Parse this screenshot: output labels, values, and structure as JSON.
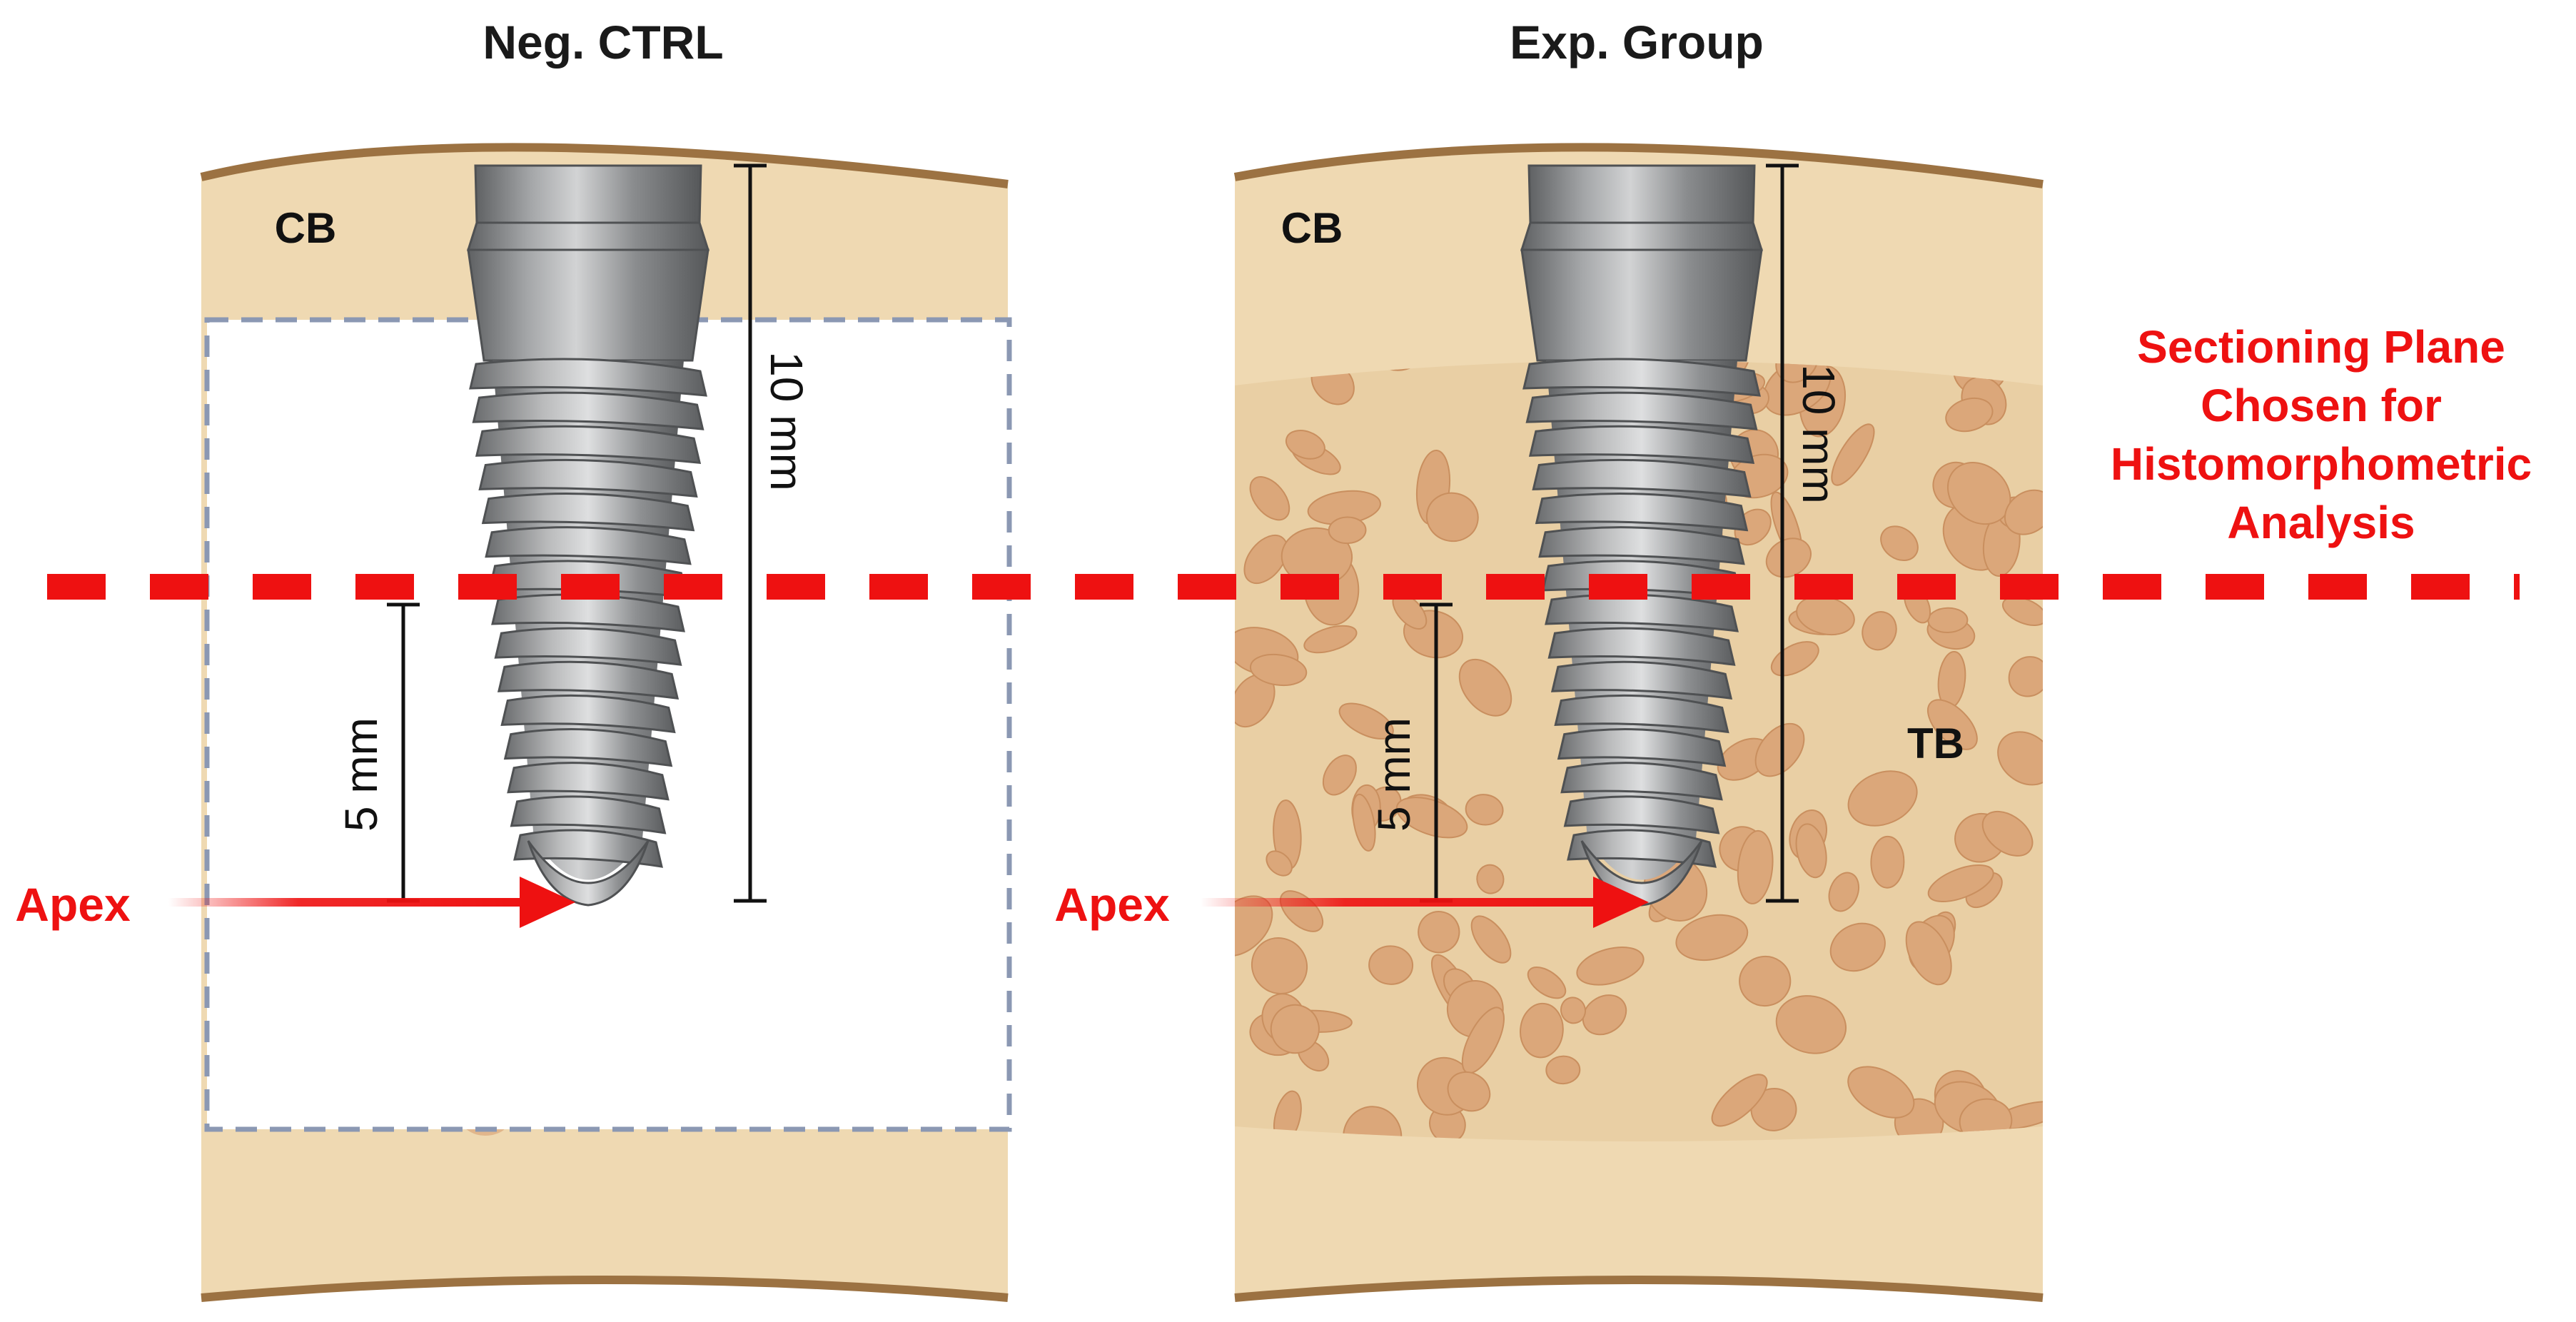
{
  "panels": [
    {
      "title": "Neg. CTRL",
      "cortical_label": "CB",
      "dim_full": "10 mm",
      "dim_half": "5 mm",
      "apex_label": "Apex"
    },
    {
      "title": "Exp. Group",
      "cortical_label": "CB",
      "trabecular_label": "TB",
      "dim_full": "10 mm",
      "dim_half": "5 mm",
      "apex_label": "Apex"
    }
  ],
  "plane_annotation": {
    "lines": [
      "Sectioning Plane",
      "Chosen for",
      "Histomorphometric",
      "Analysis"
    ]
  },
  "colors": {
    "bone_fill": "#efd9b2",
    "bone_outline": "#9c7242",
    "trabecular_bg": "#e9cfa4",
    "trabecula": "#dba77a",
    "defect_border": "#8b98b3",
    "implant": "#8c8e90",
    "section_line": "#ee1111",
    "label_red": "#ee1111"
  },
  "icons": {
    "implant": "dental-implant-icon",
    "arrow": "apex-arrow-icon"
  }
}
